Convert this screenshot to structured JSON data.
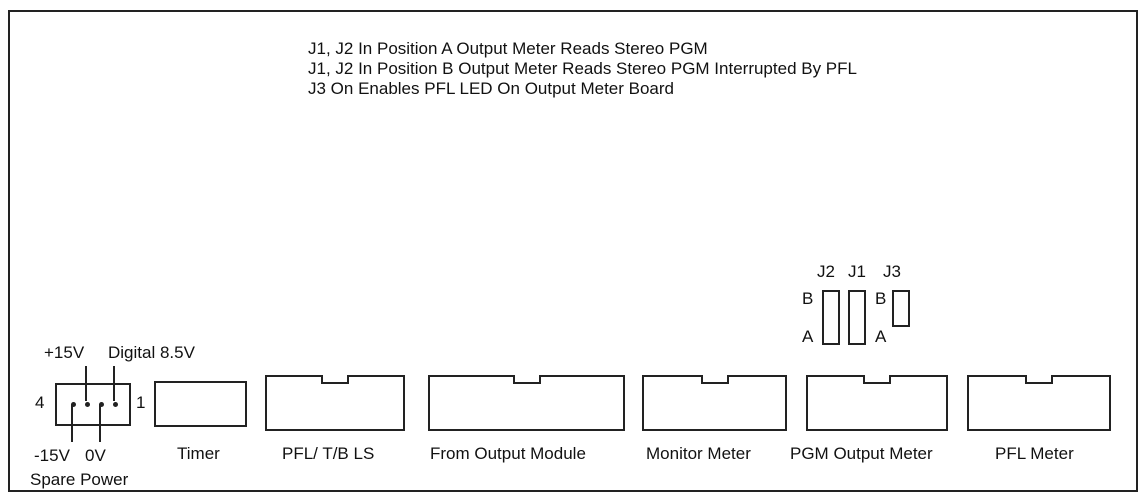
{
  "notes": [
    "J1, J2 In Position A Output Meter Reads Stereo PGM",
    "J1, J2 In Position B Output Meter Reads Stereo PGM Interrupted By PFL",
    "J3 On Enables PFL LED On Output Meter Board"
  ],
  "jumpers": {
    "j2_label": "J2",
    "j1_label": "J1",
    "j3_label": "J3",
    "pos_b": "B",
    "pos_a": "A"
  },
  "spare_power": {
    "title": "Spare Power",
    "plus15": "+15V",
    "digital": "Digital 8.5V",
    "minus15": "-15V",
    "zero": "0V",
    "pin_left": "4",
    "pin_right": "1"
  },
  "connectors": [
    "Timer",
    "PFL/ T/B LS",
    "From Output Module",
    "Monitor Meter",
    "PGM Output Meter",
    "PFL Meter"
  ]
}
